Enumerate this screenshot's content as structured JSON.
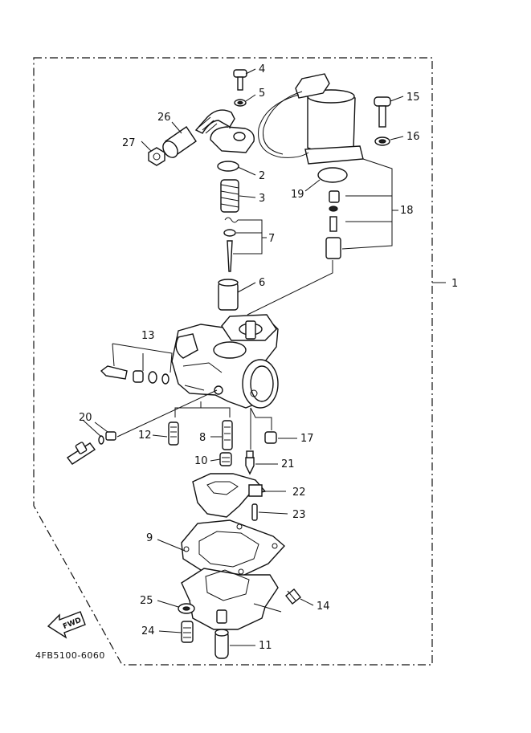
{
  "diagram": {
    "part_code": "4FB5100-6060",
    "fwd_label": "FWD",
    "callouts": {
      "c1": "1",
      "c2": "2",
      "c3": "3",
      "c4": "4",
      "c5": "5",
      "c6": "6",
      "c7": "7",
      "c8": "8",
      "c9": "9",
      "c10": "10",
      "c11": "11",
      "c12": "12",
      "c13": "13",
      "c14": "14",
      "c15": "15",
      "c16": "16",
      "c17": "17",
      "c18": "18",
      "c19": "19",
      "c20": "20",
      "c21": "21",
      "c22": "22",
      "c23": "23",
      "c24": "24",
      "c25": "25",
      "c26": "26",
      "c27": "27"
    }
  }
}
